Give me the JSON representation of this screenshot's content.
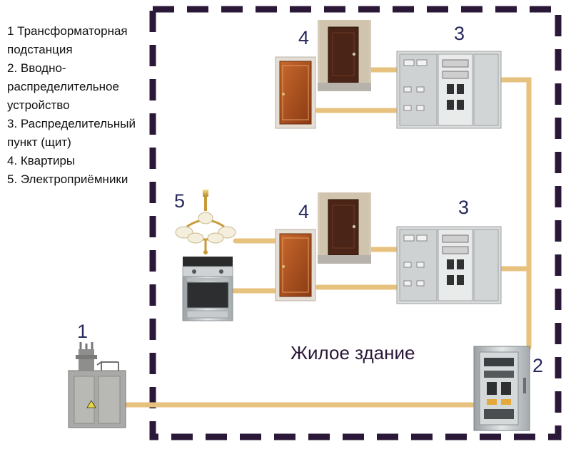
{
  "legend": [
    "1 Трансформаторная",
    "подстанция",
    "2. Вводно-",
    "распределительное",
    "устройство",
    "3. Распределительный",
    "пункт (щит)",
    "4. Квартиры",
    "5. Электроприёмники"
  ],
  "markers": {
    "transformer": "1",
    "input_device": "2",
    "panel": "3",
    "apartment": "4",
    "consumers": "5"
  },
  "building_label": "Жилое здание",
  "colors": {
    "border": "#2b1838",
    "wire": "#e7c27e",
    "label": "#262a5c"
  }
}
